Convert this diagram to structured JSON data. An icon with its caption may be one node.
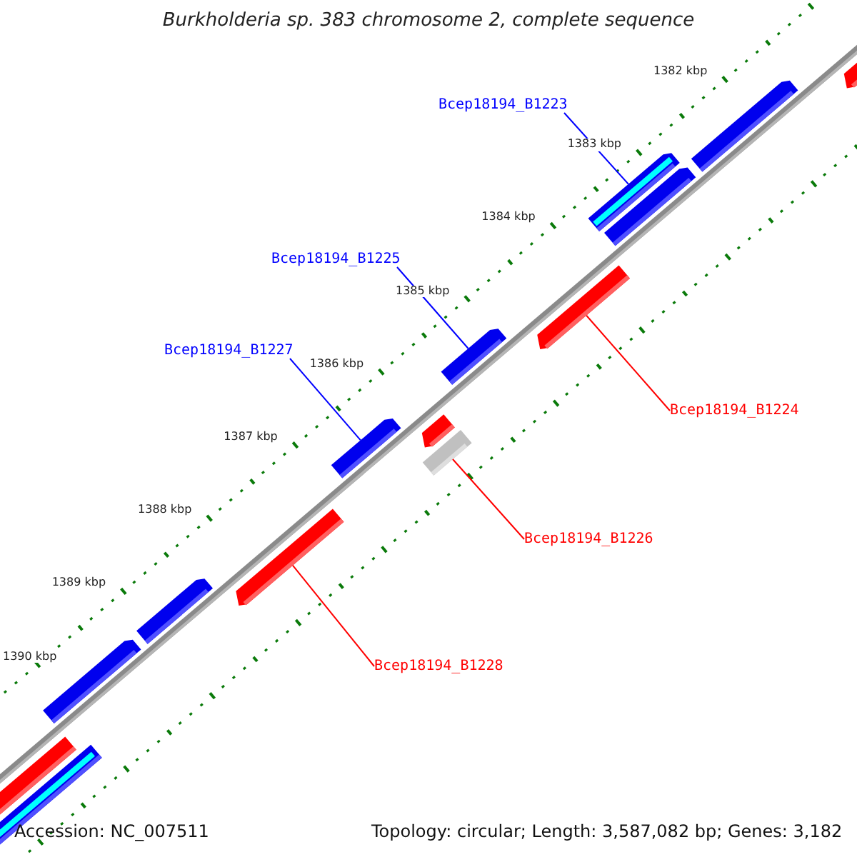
{
  "diagram": {
    "title": "Burkholderia sp. 383 chromosome 2, complete sequence",
    "nodes": [
      {
        "text": [
          "Bcep18194_B1223"
        ]
      },
      {
        "text": [
          "Bcep18194_B1225"
        ]
      },
      {
        "text": [
          "Bcep18194_B1227"
        ]
      },
      {
        "text": [
          "Bcep18194_B1224"
        ]
      },
      {
        "text": [
          "Bcep18194_B1226"
        ]
      },
      {
        "text": [
          "Bcep18194_B1228"
        ]
      },
      {
        "text": [],
        "shape": "arrow"
      },
      {
        "text": [],
        "shape": "arrow"
      },
      {
        "text": [],
        "shape": "arrow"
      },
      {
        "text": [],
        "shape": "arrow"
      },
      {
        "text": [],
        "shape": "arrow"
      },
      {
        "text": [],
        "shape": "arrow"
      },
      {
        "text": [],
        "shape": "arrow"
      },
      {
        "text": [],
        "shape": "arrow"
      },
      {
        "text": [],
        "shape": "box"
      },
      {
        "text": [],
        "shape": "arrow"
      },
      {
        "text": [],
        "shape": "arrow"
      },
      {
        "text": [],
        "shape": "arrow"
      },
      {
        "text": [],
        "shape": "arrow"
      },
      {
        "text": [],
        "shape": "arrow"
      }
    ],
    "edges": [
      {
        "from": 0,
        "to": 8,
        "arrow": "none",
        "color": "#0000ff"
      },
      {
        "from": 1,
        "to": 11,
        "arrow": "none",
        "color": "#0000ff"
      },
      {
        "from": 2,
        "to": 12,
        "arrow": "none",
        "color": "#0000ff"
      },
      {
        "from": 3,
        "to": 10,
        "arrow": "none",
        "color": "#ff0000"
      },
      {
        "from": 4,
        "to": 14,
        "arrow": "none",
        "color": "#ff0000"
      },
      {
        "from": 5,
        "to": 15,
        "arrow": "none",
        "color": "#ff0000"
      }
    ],
    "labels": [
      "1382 kbp",
      "1383 kbp",
      "1384 kbp",
      "1385 kbp",
      "1386 kbp",
      "1387 kbp",
      "1388 kbp",
      "1389 kbp",
      "1390 kbp",
      "Accession: NC_007511",
      "Topology: circular; Length: 3,587,082 bp; Genes: 3,182"
    ]
  }
}
